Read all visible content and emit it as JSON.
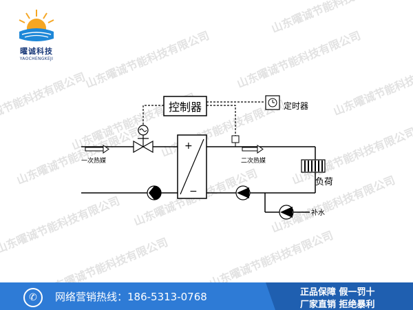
{
  "watermark_text": "山东曜诚节能科技有限公司",
  "logo": {
    "name_cn": "曜诚科技",
    "name_en": "YAOCHENGKEJI"
  },
  "diagram": {
    "controller": "控制器",
    "timer": "定时器",
    "primary_water": "一次热媒",
    "secondary_water": "二次热媒",
    "load": "负荷",
    "makeup_water": "补水",
    "plus_sign": "+",
    "minus_sign": "−"
  },
  "footer": {
    "hotline": "网络营销热线：186-5313-0768",
    "slogan_line1": "正品保障  假一罚十",
    "slogan_line2": "厂家直销  拒绝暴利",
    "phone_icon": "phone-icon"
  },
  "colors": {
    "footer_blue": "#2e7bd6",
    "footer_dark_blue": "#1f5fb0",
    "logo_blue": "#1a3a7a",
    "logo_orange": "#f5a623"
  }
}
